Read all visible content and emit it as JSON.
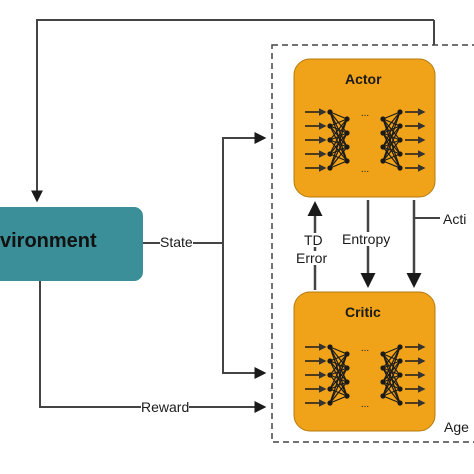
{
  "environment": {
    "label": "vironment",
    "color": "#3a8f98"
  },
  "agent": {
    "label": "Age"
  },
  "actor": {
    "title": "Actor",
    "color": "#f0a319"
  },
  "critic": {
    "title": "Critic",
    "color": "#f0a319"
  },
  "edges": {
    "state": "State",
    "reward": "Reward",
    "td_line1": "TD",
    "td_line2": "Error",
    "entropy": "Entropy",
    "action": "Acti",
    "dots": "..."
  }
}
